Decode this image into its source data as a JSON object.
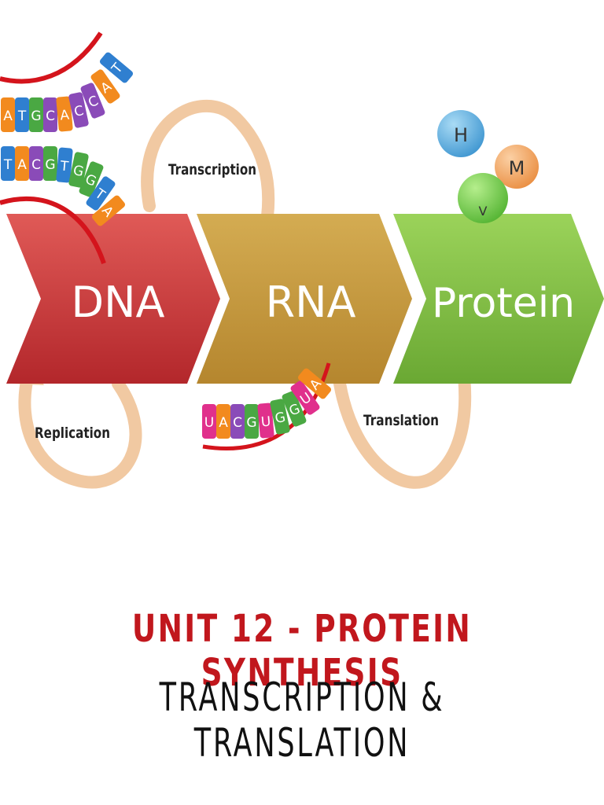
{
  "diagram": {
    "stages": {
      "dna": {
        "label": "DNA",
        "color": "#c8383a"
      },
      "rna": {
        "label": "RNA",
        "color": "#c59a3c"
      },
      "protein": {
        "label": "Protein",
        "color": "#7fbe42"
      }
    },
    "processes": {
      "replication": "Replication",
      "transcription": "Transcription",
      "translation": "Translation"
    },
    "dna_strand": {
      "top_bases": [
        "A",
        "T",
        "G",
        "C",
        "A",
        "C",
        "C",
        "A",
        "T"
      ],
      "bottom_bases": [
        "T",
        "A",
        "C",
        "G",
        "T",
        "G",
        "G",
        "T",
        "A"
      ]
    },
    "rna_strand": {
      "bases": [
        "U",
        "A",
        "C",
        "G",
        "U",
        "G",
        "G",
        "U",
        "A"
      ]
    },
    "amino_acids": [
      {
        "letter": "H",
        "color": "#4ea8dc"
      },
      {
        "letter": "V",
        "color": "#6fcb4a"
      },
      {
        "letter": "M",
        "color": "#f0a05a"
      }
    ],
    "arrow_color": "#f1c9a2",
    "backbone_color": "#d4141c"
  },
  "title": {
    "main": "UNIT 12 - PROTEIN SYNTHESIS",
    "subtitle": "TRANSCRIPTION & TRANSLATION",
    "main_color": "#c1171d"
  }
}
